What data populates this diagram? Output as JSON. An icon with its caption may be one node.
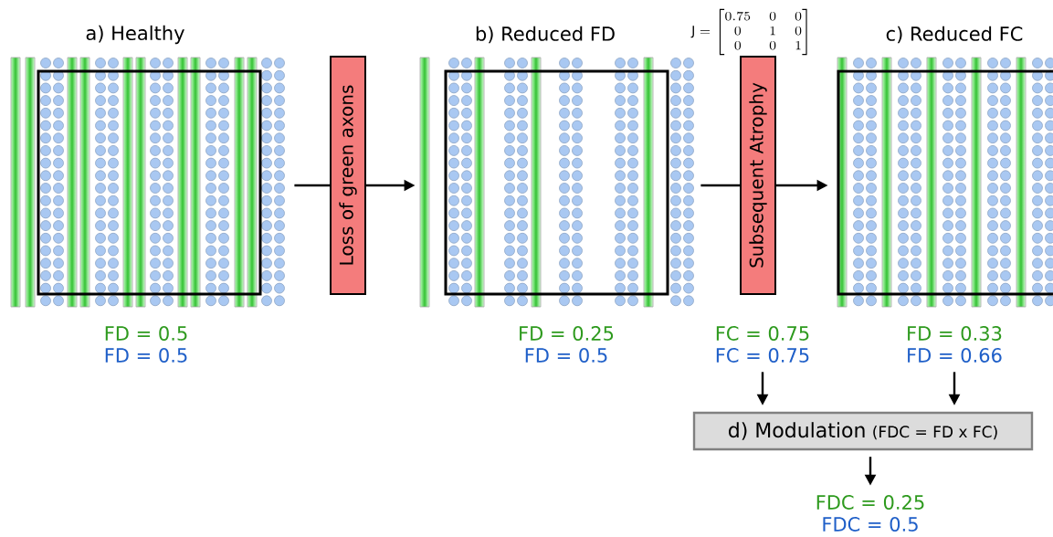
{
  "diagram": {
    "nodes": [
      {
        "text": [
          "a) Healthy"
        ],
        "beside": [
          "FD = 0.5",
          "FD = 0.5"
        ]
      },
      {
        "text": [
          "Loss of green axons"
        ]
      },
      {
        "text": [
          "b) Reduced FD"
        ],
        "beside": [
          "FD = 0.25",
          "FD = 0.5"
        ]
      },
      {
        "text": [
          "Subsequent Atrophy"
        ]
      },
      {
        "text": [
          "c) Reduced FC"
        ]
      },
      {
        "text": [
          "d) Modulation",
          "(FDC = FD x FC)"
        ]
      },
      {
        "text": [
          "FC = 0.75",
          "FC = 0.75"
        ]
      },
      {
        "text": [
          "FD = 0.33",
          "FD = 0.66"
        ]
      },
      {
        "text": [
          "FDC = 0.25",
          "FDC = 0.5"
        ]
      }
    ],
    "edges": [
      {
        "from": 0,
        "to": 1,
        "arrow": "none"
      },
      {
        "from": 1,
        "to": 2,
        "arrow": "to"
      },
      {
        "from": 2,
        "to": 3,
        "arrow": "none"
      },
      {
        "from": 3,
        "to": 4,
        "arrow": "to"
      },
      {
        "from": 6,
        "to": 5,
        "arrow": "to"
      },
      {
        "from": 7,
        "to": 5,
        "arrow": "to"
      },
      {
        "from": 5,
        "to": 8,
        "arrow": "to"
      }
    ],
    "labels": [
      "\\mathrm{J} = \\begin{bmatrix}0.75 & 0 & 0\\\\ 0 & 1 & 0\\\\ 0 & 0 & 1\\end{bmatrix}"
    ]
  }
}
